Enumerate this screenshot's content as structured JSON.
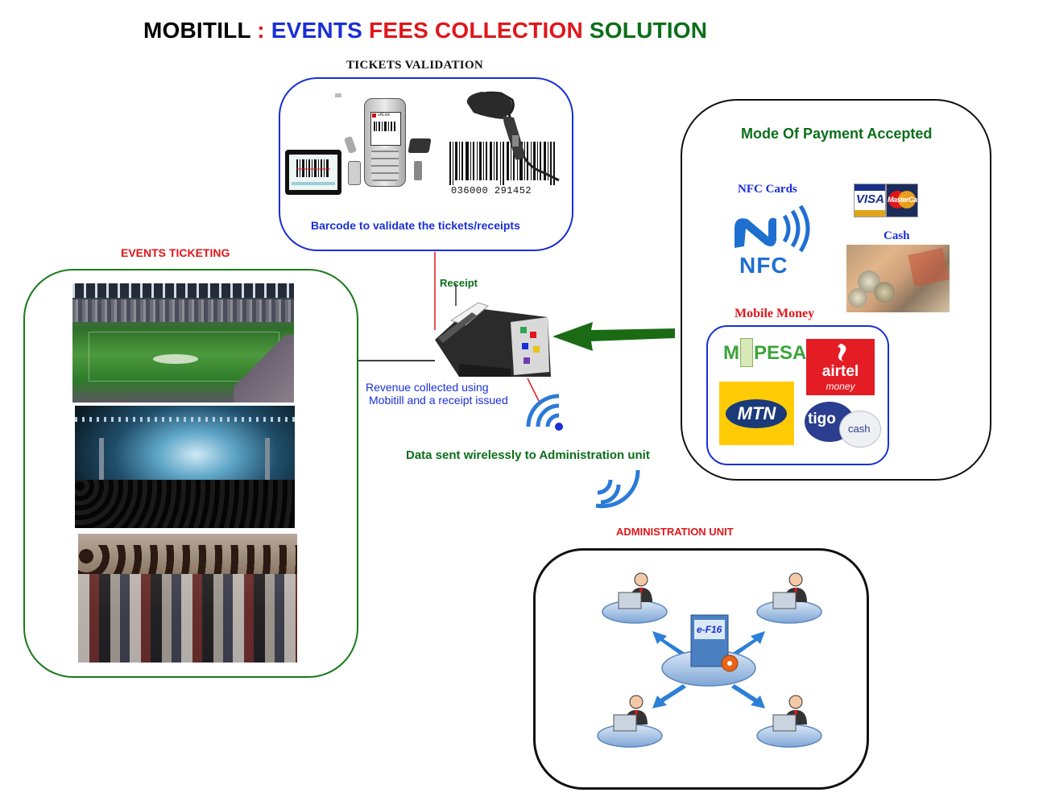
{
  "title": {
    "part1": "MOBITILL",
    "part2": ":",
    "part3": "EVENTS",
    "part4": "FEES COLLECTION",
    "part5": "SOLUTION"
  },
  "validation": {
    "heading": "TICKETS VALIDATION",
    "caption": "Barcode to validate the tickets/receipts",
    "barcode_number": "036000 291452",
    "phone_brand": "vALink"
  },
  "ticketing": {
    "heading": "EVENTS TICKETING"
  },
  "device": {
    "receipt_label": "Receipt",
    "revenue_line1": "Revenue collected using",
    "revenue_line2": "Mobitill and a receipt issued"
  },
  "wireless": {
    "caption": "Data sent wirelessly to Administration unit"
  },
  "payment": {
    "heading": "Mode Of Payment Accepted",
    "nfc_label": "NFC Cards",
    "nfc_logo_text": "NFC",
    "cash_label": "Cash",
    "visa": "VISA",
    "mastercard": "MasterCard",
    "mobile_money_label": "Mobile Money",
    "mpesa": {
      "m": "M",
      "rest": "PESA"
    },
    "airtel": {
      "name": "airtel",
      "sub": "money"
    },
    "mtn": "MTN",
    "tigo": {
      "name": "tigo",
      "sub": "cash"
    }
  },
  "admin": {
    "heading": "ADMINISTRATION UNIT",
    "server_label": "e-F16"
  },
  "colors": {
    "black": "#000000",
    "blue": "#1a2fd6",
    "red": "#e0161b",
    "green": "#0b6e1a",
    "arrow_green": "#1a6b14"
  }
}
